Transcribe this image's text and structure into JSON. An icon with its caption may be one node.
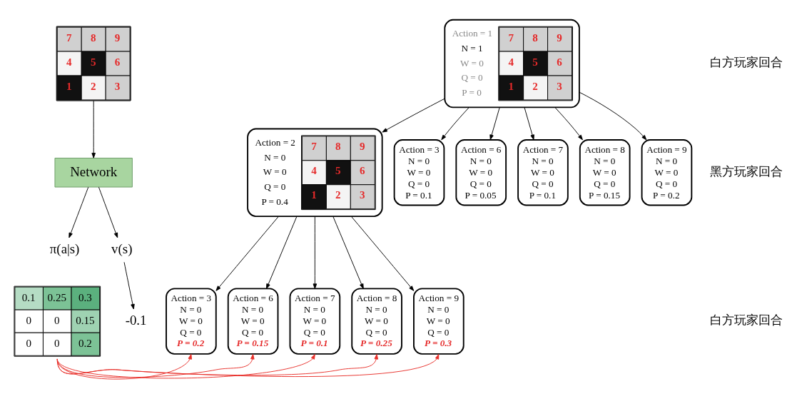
{
  "diagram": {
    "nodes": [
      {
        "text": [
          "7",
          "8",
          "9",
          "4",
          "5",
          "6",
          "1",
          "2",
          "3"
        ]
      },
      {
        "text": [
          "Network"
        ]
      },
      {
        "text": [
          "π(a|s)"
        ]
      },
      {
        "text": [
          "v(s)"
        ]
      },
      {
        "text": [
          "0.1",
          "0.25",
          "0.3",
          "0",
          "0",
          "0.15",
          "0",
          "0",
          "0.2"
        ]
      },
      {
        "text": [
          "-0.1"
        ]
      },
      {
        "text": [
          "Action = 1",
          "N = 1",
          "W = 0",
          "Q = 0",
          "P = 0",
          "7",
          "8",
          "9",
          "4",
          "5",
          "6",
          "1",
          "2",
          "3"
        ]
      },
      {
        "text": [
          "Action = 2",
          "N = 0",
          "W = 0",
          "Q = 0",
          "P = 0.4",
          "7",
          "8",
          "9",
          "4",
          "5",
          "6",
          "1",
          "2",
          "3"
        ]
      },
      {
        "text": [
          "Action = 3",
          "N = 0",
          "W = 0",
          "Q = 0",
          "P = 0.1"
        ]
      },
      {
        "text": [
          "Action = 6",
          "N = 0",
          "W = 0",
          "Q = 0",
          "P = 0.05"
        ]
      },
      {
        "text": [
          "Action = 7",
          "N = 0",
          "W = 0",
          "Q = 0",
          "P = 0.1"
        ]
      },
      {
        "text": [
          "Action = 8",
          "N = 0",
          "W = 0",
          "Q = 0",
          "P = 0.15"
        ]
      },
      {
        "text": [
          "Action = 9",
          "N = 0",
          "W = 0",
          "Q = 0",
          "P = 0.2"
        ]
      },
      {
        "text": [
          "Action = 3",
          "N = 0",
          "W = 0",
          "Q = 0",
          "P = 0.2"
        ]
      },
      {
        "text": [
          "Action = 6",
          "N = 0",
          "W = 0",
          "Q = 0",
          "P = 0.15"
        ]
      },
      {
        "text": [
          "Action = 7",
          "N = 0",
          "W = 0",
          "Q = 0",
          "P = 0.1"
        ]
      },
      {
        "text": [
          "Action = 8",
          "N = 0",
          "W = 0",
          "Q = 0",
          "P = 0.25"
        ]
      },
      {
        "text": [
          "Action = 9",
          "N = 0",
          "W = 0",
          "Q = 0",
          "P = 0.3"
        ]
      }
    ],
    "edges": [
      {
        "from": 0,
        "to": 1,
        "arrow": "to"
      },
      {
        "from": 1,
        "to": 2,
        "arrow": "to"
      },
      {
        "from": 1,
        "to": 3,
        "arrow": "to"
      },
      {
        "from": 3,
        "to": 5,
        "arrow": "to"
      },
      {
        "from": 6,
        "to": 7,
        "arrow": "to"
      },
      {
        "from": 6,
        "to": 8,
        "arrow": "to"
      },
      {
        "from": 6,
        "to": 9,
        "arrow": "to"
      },
      {
        "from": 6,
        "to": 10,
        "arrow": "to"
      },
      {
        "from": 6,
        "to": 11,
        "arrow": "to"
      },
      {
        "from": 6,
        "to": 12,
        "arrow": "to"
      },
      {
        "from": 7,
        "to": 13,
        "arrow": "to"
      },
      {
        "from": 7,
        "to": 14,
        "arrow": "to"
      },
      {
        "from": 7,
        "to": 15,
        "arrow": "to"
      },
      {
        "from": 7,
        "to": 16,
        "arrow": "to"
      },
      {
        "from": 7,
        "to": 17,
        "arrow": "to"
      },
      {
        "from": 4,
        "to": 13,
        "arrow": "to",
        "color": "#e8302a"
      },
      {
        "from": 4,
        "to": 14,
        "arrow": "to",
        "color": "#e8302a"
      },
      {
        "from": 4,
        "to": 15,
        "arrow": "to",
        "color": "#e8302a"
      },
      {
        "from": 4,
        "to": 16,
        "arrow": "to",
        "color": "#e8302a"
      },
      {
        "from": 4,
        "to": 17,
        "arrow": "to",
        "color": "#e8302a"
      }
    ],
    "labels": [
      "白方玩家回合",
      "黑方玩家回合",
      "白方玩家回合"
    ]
  }
}
